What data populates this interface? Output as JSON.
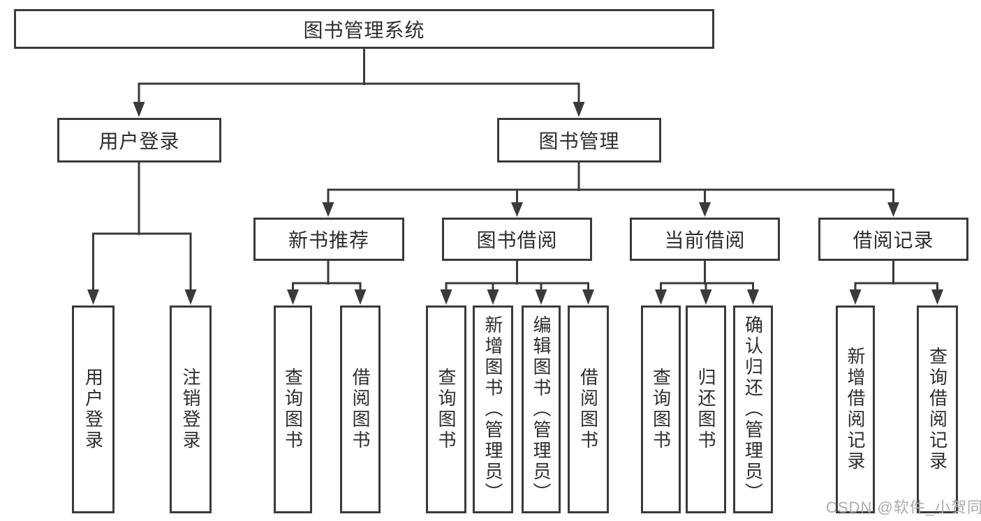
{
  "nodes": {
    "root": "图书管理系统",
    "user_login": "用户登录",
    "book_mgmt": "图书管理",
    "new_books": "新书推荐",
    "book_borrow": "图书借阅",
    "current_borrow": "当前借阅",
    "borrow_records": "借阅记录",
    "leaves": {
      "user": [
        "用户登录",
        "注销登录"
      ],
      "recommend": [
        "查询图书",
        "借阅图书"
      ],
      "borrow": [
        "查询图书",
        "新增图书（管理员）",
        "编辑图书（管理员）",
        "借阅图书"
      ],
      "current": [
        "查询图书",
        "归还图书",
        "确认归还（管理员）"
      ],
      "records": [
        "新增借阅记录",
        "查询借阅记录"
      ]
    }
  },
  "watermark": "CSDN @软件_小贺同学",
  "colors": {
    "line": "#3a3a3a",
    "text": "#2d2d2d",
    "watermark": "#ababab",
    "background": "#ffffff"
  }
}
